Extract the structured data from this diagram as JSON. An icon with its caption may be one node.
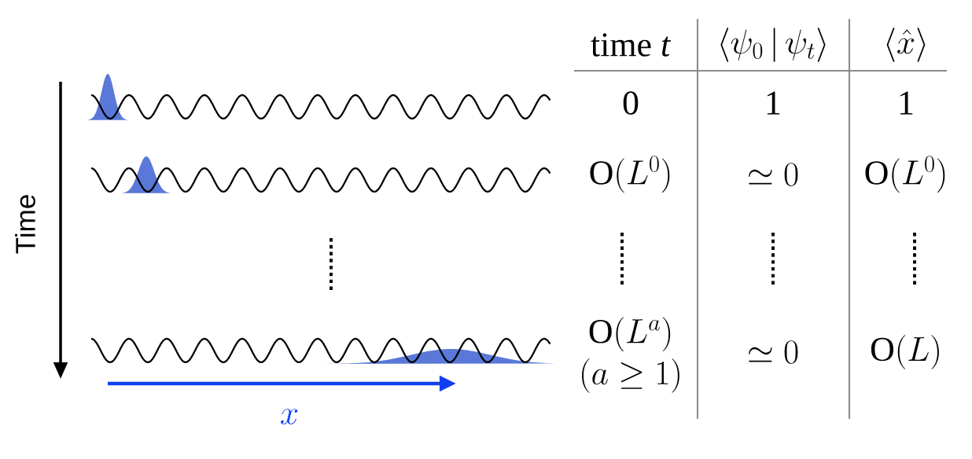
{
  "diagram": {
    "labels": [
      "time *t*",
      "\\langle\\psi_0\\,|\\,\\psi_t\\rangle",
      "\\langle\\hat{x}\\rangle",
      "0",
      "1",
      "1",
      "\\mathrm{O}(L^0)",
      "\\simeq 0",
      "\\mathrm{O}(L^0)",
      "\\begin{array}{c}\\mathrm{O}(L^a)\\\\(a\\geq 1)\\end{array}",
      "\\simeq 0",
      "\\mathrm{O}(L)",
      "Time",
      "x"
    ]
  }
}
